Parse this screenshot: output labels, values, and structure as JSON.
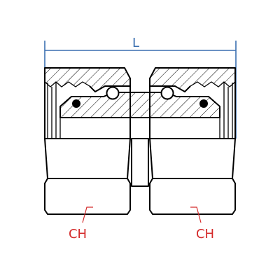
{
  "dimensions": {
    "length_label": "L",
    "length_color": "#3a6fb0"
  },
  "callouts": {
    "left_label": "CH",
    "right_label": "CH",
    "color": "#d42a2a"
  }
}
